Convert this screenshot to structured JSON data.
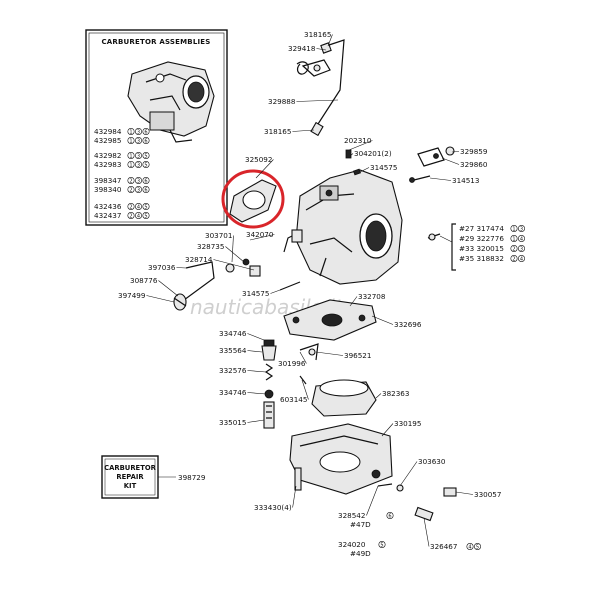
{
  "watermark": "nauticabasile.it",
  "assemblies_box": {
    "title": "CARBURETOR ASSEMBLIES",
    "rows": [
      {
        "part": "432984",
        "codes": [
          "1",
          "3",
          "6"
        ]
      },
      {
        "part": "432985",
        "codes": [
          "1",
          "3",
          "6"
        ]
      },
      {
        "part": "432982",
        "codes": [
          "1",
          "3",
          "5"
        ]
      },
      {
        "part": "432983",
        "codes": [
          "1",
          "3",
          "5"
        ]
      },
      {
        "part": "398347",
        "codes": [
          "2",
          "3",
          "6"
        ]
      },
      {
        "part": "398340",
        "codes": [
          "2",
          "3",
          "6"
        ]
      },
      {
        "part": "432436",
        "codes": [
          "2",
          "4",
          "5"
        ]
      },
      {
        "part": "432437",
        "codes": [
          "2",
          "4",
          "5"
        ]
      }
    ]
  },
  "repair_kit": {
    "line1": "CARBURETOR",
    "line2": "REPAIR",
    "line3": "KIT",
    "part": "398729"
  },
  "parts": {
    "p318165a": "318165",
    "p329418": "329418",
    "p329888": "329888",
    "p318165b": "318165",
    "p202310": "202310",
    "p304201": "304201(2)",
    "p314575a": "314575",
    "p329859": "329859",
    "p329860": "329860",
    "p314513": "314513",
    "p325092": "325092",
    "p303701": "303701",
    "p328735": "328735",
    "p328714": "328714",
    "p397036": "397036",
    "p308776": "308776",
    "p397499": "397499",
    "p314575b": "314575",
    "p332708": "332708",
    "p332696": "332696",
    "p334746a": "334746",
    "p335564": "335564",
    "p301996": "301996",
    "p396521": "396521",
    "p332576": "332576",
    "p334746b": "334746",
    "p603145": "603145",
    "p382363": "382363",
    "p335015": "335015",
    "p330195": "330195",
    "p303630": "303630",
    "p330057": "330057",
    "p333430": "333430(4)",
    "p328542": "328542",
    "p328542_note": "#47D",
    "p324020": "324020",
    "p324020_note": "#49D",
    "p326467": "326467",
    "p342070": "342070"
  },
  "jets": [
    {
      "num": "#27",
      "part": "317474",
      "codes": [
        "1",
        "3"
      ]
    },
    {
      "num": "#29",
      "part": "322776",
      "codes": [
        "1",
        "4"
      ]
    },
    {
      "num": "#33",
      "part": "320015",
      "codes": [
        "2",
        "3"
      ]
    },
    {
      "num": "#35",
      "part": "318832",
      "codes": [
        "2",
        "4"
      ]
    }
  ],
  "highlight_color": "#d9252a"
}
